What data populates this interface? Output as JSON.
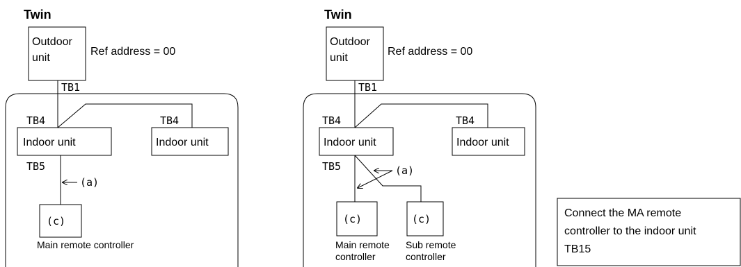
{
  "left": {
    "title": "Twin",
    "outdoor_unit": [
      "Outdoor",
      "unit"
    ],
    "ref_address": "Ref address = 00",
    "tb1": "TB1",
    "tb4_a": "TB4",
    "tb4_b": "TB4",
    "indoor_unit_a": "Indoor unit",
    "indoor_unit_b": "Indoor unit",
    "tb5": "TB5",
    "wire_label": "(a)",
    "controller": "(c)",
    "controller_caption": "Main remote controller"
  },
  "right": {
    "title": "Twin",
    "outdoor_unit": [
      "Outdoor",
      "unit"
    ],
    "ref_address": "Ref address = 00",
    "tb1": "TB1",
    "tb4_a": "TB4",
    "tb4_b": "TB4",
    "indoor_unit_a": "Indoor unit",
    "indoor_unit_b": "Indoor unit",
    "tb5": "TB5",
    "wire_label": "(a)",
    "controller_main": "(c)",
    "controller_sub": "(c)",
    "main_caption": [
      "Main remote",
      "controller"
    ],
    "sub_caption": [
      "Sub remote",
      "controller"
    ]
  },
  "note": [
    "Connect the MA remote",
    "controller to the indoor unit",
    "TB15"
  ]
}
